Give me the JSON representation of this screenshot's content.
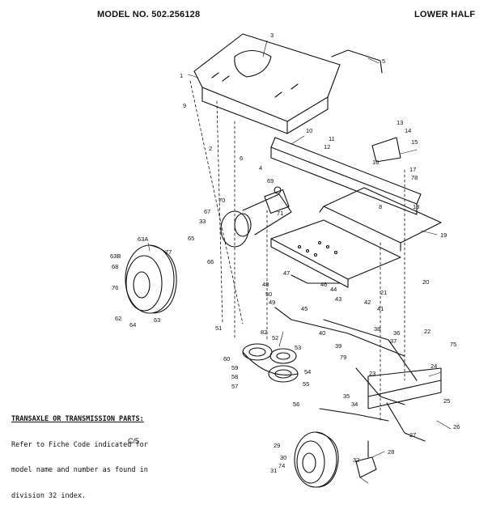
{
  "header": {
    "model": "MODEL NO. 502.256128",
    "section": "LOWER HALF"
  },
  "note": {
    "title": "TRANSAXLE OR TRANSMISSION PARTS:",
    "line1": "Refer to Fiche Code indicated for",
    "line2": "model name and number as found in",
    "line3": "division 32 index.",
    "code": "C/5"
  },
  "part_numbers": [
    "1",
    "2",
    "3",
    "4",
    "5",
    "6",
    "8",
    "9",
    "10",
    "11",
    "12",
    "13",
    "14",
    "15",
    "16",
    "17",
    "18",
    "19",
    "20",
    "21",
    "22",
    "23",
    "24",
    "25",
    "26",
    "27",
    "28",
    "29",
    "30",
    "31",
    "32",
    "33",
    "34",
    "35",
    "36",
    "37",
    "38",
    "39",
    "40",
    "41",
    "42",
    "43",
    "44",
    "45",
    "46",
    "47",
    "48",
    "49",
    "50",
    "51",
    "52",
    "53",
    "54",
    "55",
    "56",
    "57",
    "58",
    "59",
    "60",
    "62",
    "63",
    "63A",
    "63B",
    "64",
    "65",
    "66",
    "67",
    "68",
    "69",
    "70",
    "71",
    "74",
    "75",
    "76",
    "77",
    "78",
    "79",
    "82"
  ]
}
